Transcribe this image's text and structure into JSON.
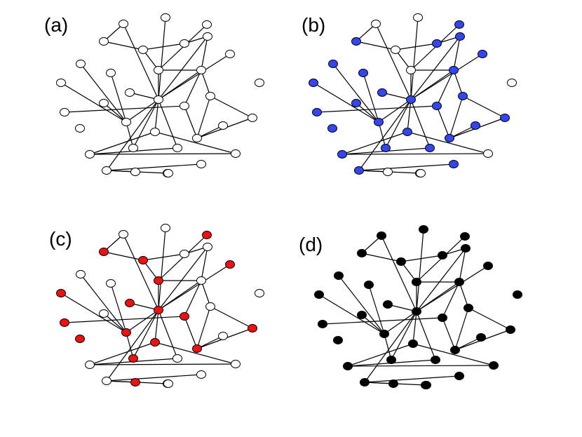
{
  "colors": {
    "white": "#ffffff",
    "blue": "#3346f0",
    "red": "#ee1111",
    "black": "#000000",
    "edge": "#000000"
  },
  "panels": [
    {
      "label": "(a)",
      "highlighted_nodes": [],
      "highlight_color": "white",
      "default_color": "white"
    },
    {
      "label": "(b)",
      "highlighted_nodes": [
        2,
        4,
        5,
        7,
        8,
        9,
        10,
        11,
        13,
        14,
        15,
        16,
        17,
        18,
        19,
        20,
        21,
        22,
        23,
        24,
        25,
        26,
        27,
        29,
        31,
        32,
        33,
        34,
        35,
        36,
        39,
        40,
        41
      ],
      "highlight_color": "blue",
      "default_color": "white"
    },
    {
      "label": "(c)",
      "highlighted_nodes": [
        2,
        3,
        5,
        6,
        8,
        11,
        14,
        15,
        16,
        18,
        20,
        21,
        22,
        23,
        24,
        25,
        30,
        36,
        40
      ],
      "highlight_color": "red",
      "default_color": "white"
    },
    {
      "label": "(d)",
      "highlighted_nodes": [],
      "highlight_color": "black",
      "default_color": "black"
    }
  ],
  "graph": {
    "node_count": 42,
    "edges": [
      [
        20,
        0
      ],
      [
        20,
        1
      ],
      [
        20,
        6
      ],
      [
        20,
        10
      ],
      [
        20,
        11
      ],
      [
        20,
        15
      ],
      [
        20,
        22
      ],
      [
        20,
        25
      ],
      [
        20,
        26
      ],
      [
        20,
        29
      ],
      [
        20,
        33
      ],
      [
        20,
        23
      ],
      [
        1,
        2
      ],
      [
        2,
        3
      ],
      [
        3,
        4
      ],
      [
        3,
        6
      ],
      [
        6,
        5
      ],
      [
        6,
        10
      ],
      [
        10,
        14
      ],
      [
        10,
        13
      ],
      [
        13,
        18
      ],
      [
        18,
        24
      ],
      [
        13,
        24
      ],
      [
        14,
        16
      ],
      [
        14,
        24
      ],
      [
        22,
        7
      ],
      [
        22,
        8
      ],
      [
        22,
        9
      ],
      [
        22,
        23
      ],
      [
        22,
        36
      ],
      [
        29,
        30
      ],
      [
        29,
        31
      ],
      [
        29,
        32
      ],
      [
        33,
        34
      ],
      [
        33,
        35
      ],
      [
        25,
        28
      ],
      [
        25,
        27
      ],
      [
        27,
        41
      ],
      [
        27,
        40
      ],
      [
        24,
        19
      ]
    ]
  }
}
